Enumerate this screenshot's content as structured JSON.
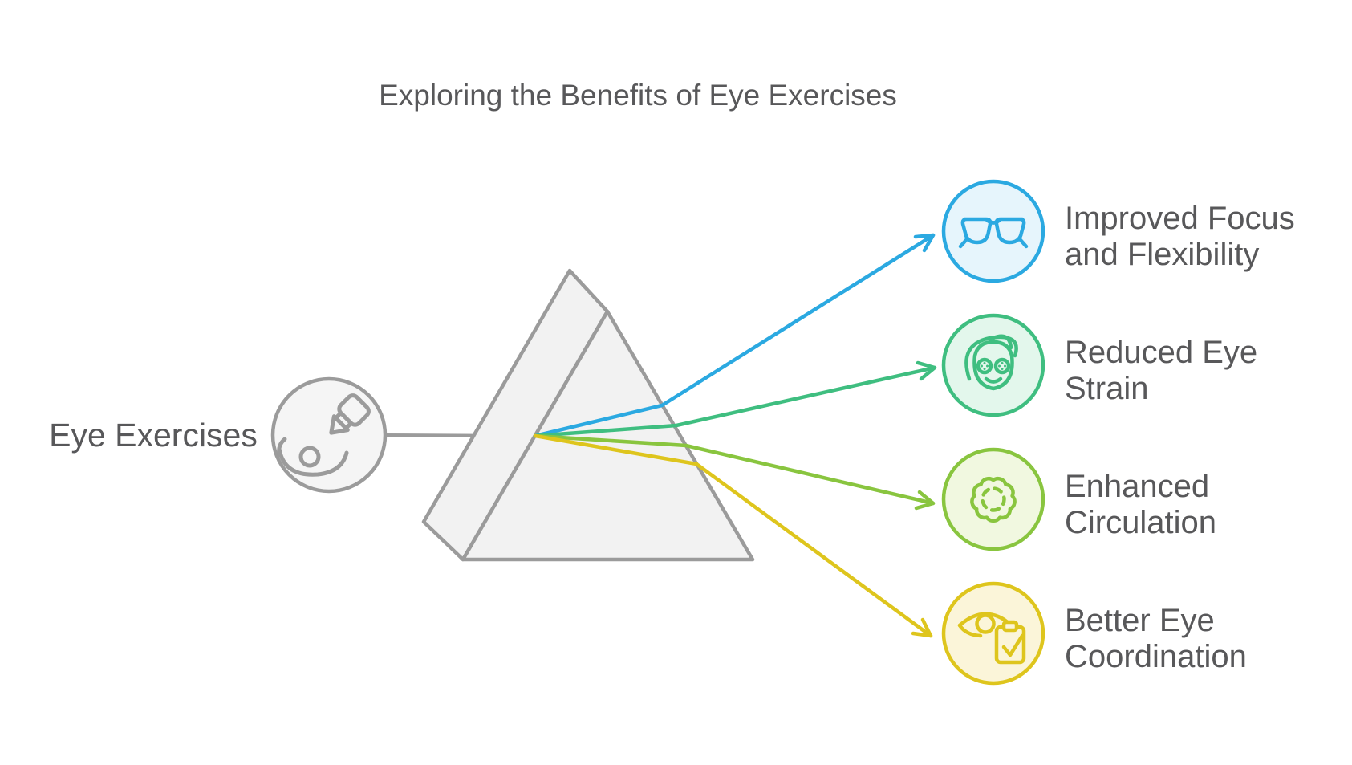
{
  "diagram": {
    "title": "Exploring the Benefits of Eye Exercises"
  },
  "colors": {
    "background": "#FFFFFF",
    "text": "#58585A",
    "gray": "#9B9B9B",
    "prism_fill": "#F2F2F2",
    "source_fill": "#F5F5F5"
  },
  "source": {
    "label": "Eye Exercises",
    "icon": "eye-drops-icon"
  },
  "benefits": [
    {
      "line1": "Improved Focus",
      "line2": "and Flexibility",
      "icon": "glasses-icon",
      "color": "#2BA9E1",
      "fill": "#E6F5FC"
    },
    {
      "line1": "Reduced Eye",
      "line2": "Strain",
      "icon": "spa-face-icon",
      "color": "#3FBE80",
      "fill": "#E3F7EC"
    },
    {
      "line1": "Enhanced",
      "line2": "Circulation",
      "icon": "cell-icon",
      "color": "#89C53F",
      "fill": "#F1F8E0"
    },
    {
      "line1": "Better Eye",
      "line2": "Coordination",
      "icon": "eye-checklist-icon",
      "color": "#DEC51D",
      "fill": "#FBF5D9"
    }
  ]
}
